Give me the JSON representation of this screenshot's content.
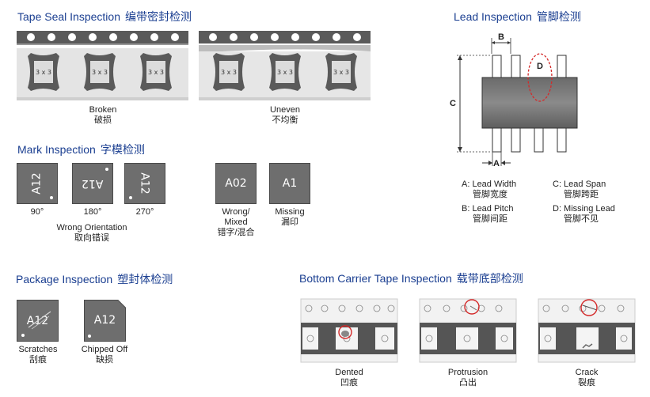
{
  "tape_seal": {
    "title_en": "Tape Seal Inspection",
    "title_cn": "编带密封检测",
    "pocket_label": "3 x 3",
    "items": [
      {
        "en": "Broken",
        "cn": "破损"
      },
      {
        "en": "Uneven",
        "cn": "不均衡"
      }
    ]
  },
  "lead": {
    "title_en": "Lead Inspection",
    "title_cn": "管脚检测",
    "dim_a": "A",
    "dim_b": "B",
    "dim_c": "C",
    "dim_d": "D",
    "legend": [
      {
        "en": "A: Lead Width",
        "cn": "管脚宽度"
      },
      {
        "en": "C: Lead Span",
        "cn": "管脚跨距"
      },
      {
        "en": "B: Lead Pitch",
        "cn": "管脚间距"
      },
      {
        "en": "D: Missing Lead",
        "cn": "管脚不见"
      }
    ]
  },
  "mark": {
    "title_en": "Mark Inspection",
    "title_cn": "字模检测",
    "chip_text": "A12",
    "rotations": [
      "90°",
      "180°",
      "270°"
    ],
    "orientation_en": "Wrong Orientation",
    "orientation_cn": "取向错误",
    "wrong_chip": "A02",
    "missing_chip": "A1",
    "wrong_en_1": "Wrong/",
    "wrong_en_2": "Mixed",
    "wrong_cn": "错字/混合",
    "missing_en": "Missing",
    "missing_cn": "漏印"
  },
  "package": {
    "title_en": "Package Inspection",
    "title_cn": "塑封体检测",
    "chip_text": "A12",
    "items": [
      {
        "en": "Scratches",
        "cn": "刮痕"
      },
      {
        "en": "Chipped Off",
        "cn": "缺损"
      }
    ]
  },
  "bottom": {
    "title_en": "Bottom Carrier Tape Inspection",
    "title_cn": "载带底部检测",
    "items": [
      {
        "en": "Dented",
        "cn": "凹痕"
      },
      {
        "en": "Protrusion",
        "cn": "凸出"
      },
      {
        "en": "Crack",
        "cn": "裂痕"
      }
    ]
  },
  "colors": {
    "title": "#1b3f91",
    "chip": "#6e6e6e",
    "tape_dark": "#5a5a5a",
    "defect_circle": "#d42a2a"
  }
}
